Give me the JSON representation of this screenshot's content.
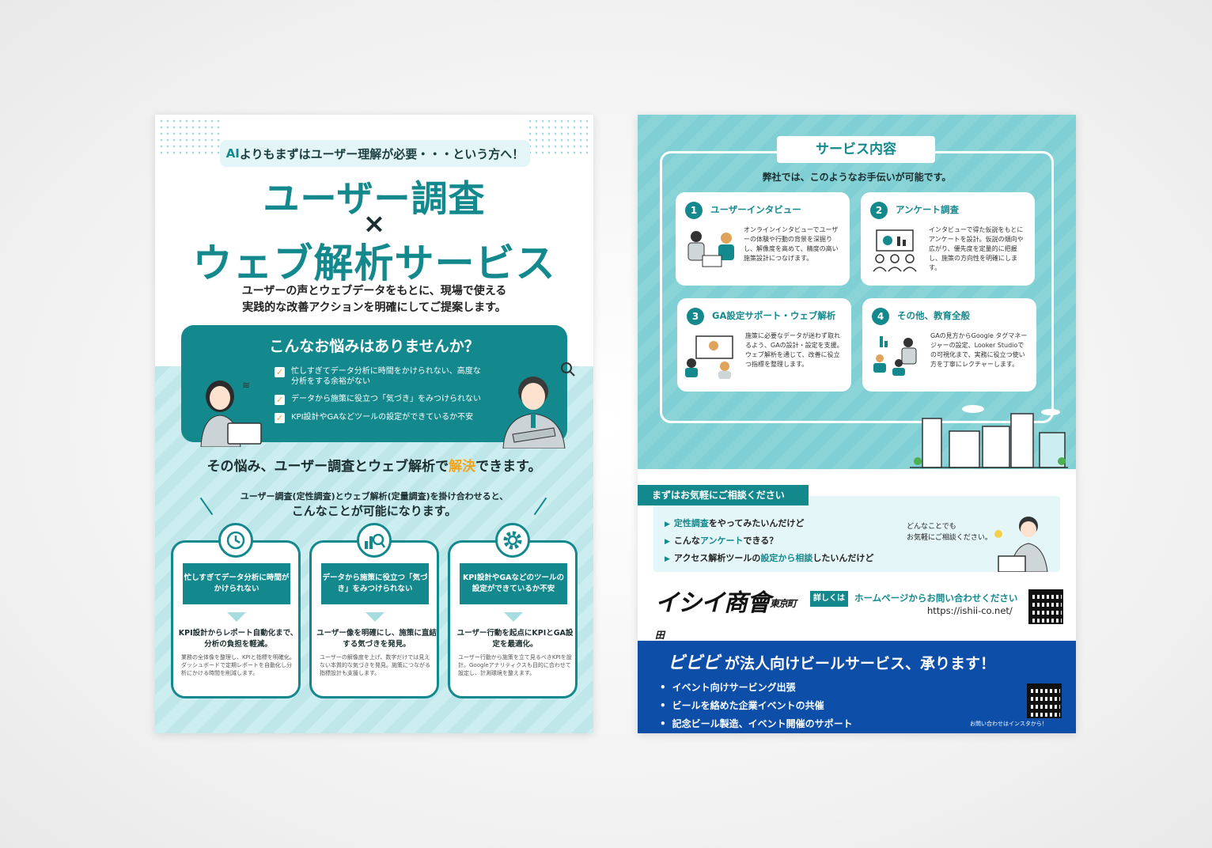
{
  "left": {
    "intro_ai": "AI",
    "intro_rest": "よりもまずはユーザー理解が必要・・・という方へ！",
    "title1": "ユーザー調査",
    "times": "×",
    "title2": "ウェブ解析サービス",
    "lead1": "ユーザーの声とウェブデータをもとに、現場で使える",
    "lead2": "実践的な改善アクションを明確にしてご提案します。",
    "worry_title": "こんなお悩みはありませんか？",
    "worries": [
      "忙しすぎてデータ分析に時間をかけられない、高度な分析をする余裕がない",
      "データから施策に役立つ「気づき」をみつけられない",
      "KPI設計やGAなどツールの設定ができているか不安"
    ],
    "solve_pre": "その悩み、ユーザー調査とウェブ解析で",
    "solve_hl": "解決",
    "solve_post": "できます。",
    "combine1": "ユーザー調査(定性調査)とウェブ解析(定量調査)を掛け合わせると、",
    "combine2": "こんなことが可能になります。",
    "cards": [
      {
        "head": "忙しすぎてデータ分析に時間がかけられない",
        "sub": "KPI設計からレポート自動化まで、分析の負担を軽減。",
        "body": "業務の全体像を整理し、KPIと指標を明確化。ダッシュボードで定期レポートを自動化し分析にかける時間を削減します。"
      },
      {
        "head": "データから施策に役立つ「気づき」をみつけられない",
        "sub": "ユーザー像を明確にし、施策に直結する気づきを発見。",
        "body": "ユーザーの解像度を上げ、数字だけでは見えない本質的な気づきを発見。施策につながる指標設計も支援します。"
      },
      {
        "head": "KPI設計やGAなどのツールの設定ができているか不安",
        "sub": "ユーザー行動を起点にKPIとGA設定を最適化。",
        "body": "ユーザー行動から施策を立て見るべきKPIを設計。Googleアナリティクスも目的に合わせて設定し、計測環境を整えます。"
      }
    ]
  },
  "right": {
    "svc_title": "サービス内容",
    "svc_lead": "弊社では、このようなお手伝いが可能です。",
    "services": [
      {
        "num": "1",
        "name": "ユーザーインタビュー",
        "desc": "オンラインインタビューでユーザーの体験や行動の背景を深掘りし、解像度を高めて、精度の高い施策設計につなげます。"
      },
      {
        "num": "2",
        "name": "アンケート調査",
        "desc": "インタビューで得た仮説をもとにアンケートを設計。仮説の傾向や広がり、優先度を定量的に把握し、施策の方向性を明確にします。"
      },
      {
        "num": "3",
        "name": "GA設定サポート・ウェブ解析",
        "desc": "施策に必要なデータが迷わず取れるよう、GAの設計・設定を支援。ウェブ解析を通じて、改善に役立つ指標を整理します。"
      },
      {
        "num": "4",
        "name": "その他、教育全般",
        "desc": "GAの見方からGoogle タグマネージャーの設定、Looker Studioでの可視化まで、実務に役立つ使い方を丁寧にレクチャーします。"
      }
    ],
    "consult_tag": "まずはお気軽にご相談ください",
    "consult_items": [
      {
        "k": "定性調査",
        "rest": "をやってみたいんだけど"
      },
      {
        "pre": "こんな",
        "k": "アンケート",
        "rest": "できる？"
      },
      {
        "pre": "アクセス解析ツールの",
        "k": "設定から相談",
        "rest": "したいんだけど"
      }
    ],
    "consult_aside1": "どんなことでも",
    "consult_aside2": "お気軽にご相談ください。",
    "logo": "イシイ商會",
    "logo_sub": "東京町田",
    "detail_tag": "詳しくは",
    "detail_text": "ホームページからお問い合わせください",
    "url": "https://ishii-co.net/",
    "beer_brand": "ビビビ",
    "beer_title": "が法人向けビールサービス、承ります！",
    "beer_items": [
      "イベント向けサービング出張",
      "ビールを絡めた企業イベントの共催",
      "記念ビール製造、イベント開催のサポート"
    ],
    "beer_note": "お問い合わせはインスタから！"
  },
  "colors": {
    "teal": "#13898e",
    "orange": "#f2a31b",
    "blue": "#0d4fa8",
    "light_teal": "#7fcfd4"
  }
}
